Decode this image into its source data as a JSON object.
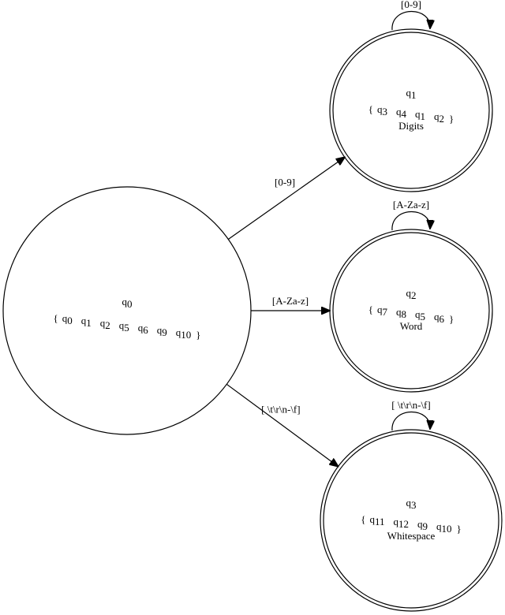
{
  "states": [
    {
      "id": "q0",
      "label_base": "q",
      "label_sub": "0",
      "members": [
        "0",
        "1",
        "2",
        "5",
        "6",
        "9",
        "10"
      ],
      "name": "",
      "accepting": false
    },
    {
      "id": "q1",
      "label_base": "q",
      "label_sub": "1",
      "members": [
        "3",
        "4",
        "1",
        "2"
      ],
      "name": "Digits",
      "accepting": true
    },
    {
      "id": "q2",
      "label_base": "q",
      "label_sub": "2",
      "members": [
        "7",
        "8",
        "5",
        "6"
      ],
      "name": "Word",
      "accepting": true
    },
    {
      "id": "q3",
      "label_base": "q",
      "label_sub": "3",
      "members": [
        "11",
        "12",
        "9",
        "10"
      ],
      "name": "Whitespace",
      "accepting": true
    }
  ],
  "transitions": [
    {
      "from": "q0",
      "to": "q1",
      "label": "[0-9]"
    },
    {
      "from": "q0",
      "to": "q2",
      "label": "[A-Za-z]"
    },
    {
      "from": "q0",
      "to": "q3",
      "label": "[ \\t\\r\\n-\\f]"
    },
    {
      "from": "q1",
      "to": "q1",
      "label": "[0-9]"
    },
    {
      "from": "q2",
      "to": "q2",
      "label": "[A-Za-z]"
    },
    {
      "from": "q3",
      "to": "q3",
      "label": "[ \\t\\r\\n-\\f]"
    }
  ],
  "set_open": "{",
  "set_close": "}",
  "member_prefix": "q"
}
